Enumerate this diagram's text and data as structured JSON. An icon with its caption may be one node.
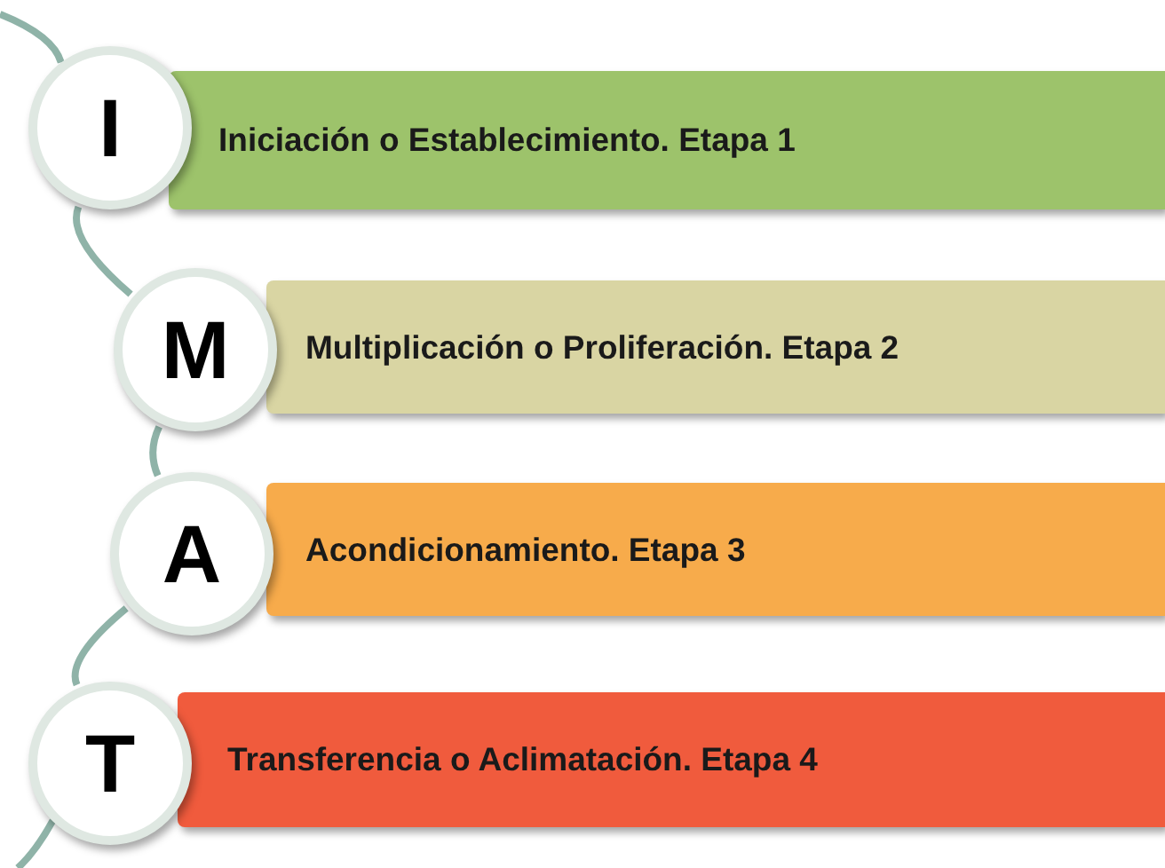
{
  "diagram": {
    "nodes": [
      {
        "text": [
          "I"
        ]
      },
      {
        "text": [
          "Iniciación o Establecimiento. Etapa 1"
        ]
      },
      {
        "text": [
          "M"
        ]
      },
      {
        "text": [
          "Multiplicación o Proliferación. Etapa 2"
        ]
      },
      {
        "text": [
          "A"
        ]
      },
      {
        "text": [
          "Acondicionamiento. Etapa 3"
        ]
      },
      {
        "text": [
          "T"
        ]
      },
      {
        "text": [
          "Transferencia o Aclimatación. Etapa 4"
        ]
      }
    ],
    "edges": [
      {
        "from": 0,
        "to": 2,
        "arrow": "none"
      },
      {
        "from": 2,
        "to": 4,
        "arrow": "none"
      },
      {
        "from": 4,
        "to": 6,
        "arrow": "none"
      }
    ]
  }
}
